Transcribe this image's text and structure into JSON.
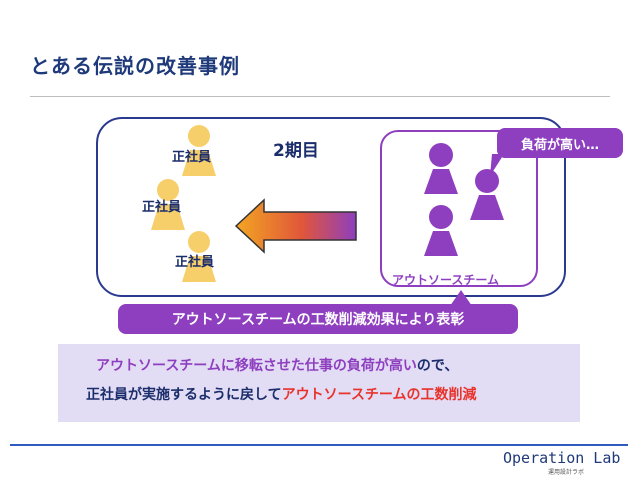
{
  "title": "とある伝説の改善事例",
  "period": "2期目",
  "employees": [
    "正社員",
    "正社員",
    "正社員"
  ],
  "callout": "負荷が高い…",
  "team_caption": "アウトソースチーム",
  "banner": "アウトソースチームの工数削減効果により表彰",
  "note": {
    "line1_a": "アウトソースチームに移転させた仕事の負荷が高い",
    "line1_b": "ので、",
    "line2_a": "正社員が実施するように戻して",
    "line2_b": "アウトソースチームの工数削減"
  },
  "footer": {
    "brand": "Operation Lab",
    "sub": "運用設計ラボ"
  },
  "colors": {
    "navy": "#1b2d6b",
    "purple": "#8e3fbf",
    "yellow": "#f7cf6a",
    "red": "#e8332b",
    "note_bg": "#e3dcf5"
  }
}
